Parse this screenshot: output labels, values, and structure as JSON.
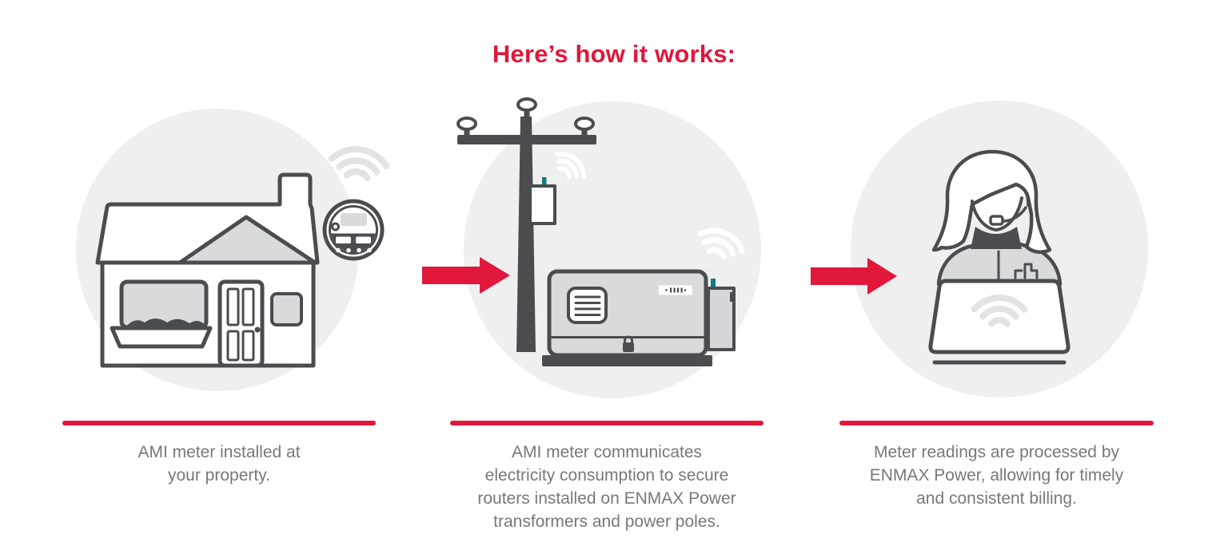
{
  "title": "Here’s how it works:",
  "colors": {
    "accent_red": "#E1173C",
    "outline_gray": "#4B4C50",
    "fill_light_gray": "#D9DADB",
    "circle_bg": "#EFEFEF",
    "caption_gray": "#77787B",
    "antenna_teal": "#0E7B80",
    "wifi_light_gray": "#E3E3E4"
  },
  "steps": [
    {
      "id": "meter-at-property",
      "illustration": "house-with-smart-meter",
      "caption_lines": [
        "AMI meter installed at",
        "your property."
      ]
    },
    {
      "id": "meter-communicates",
      "illustration": "power-pole-transformer-router",
      "caption_lines": [
        "AMI meter communicates",
        "electricity consumption to secure",
        "routers installed on ENMAX Power",
        "transformers and power poles."
      ]
    },
    {
      "id": "readings-processed",
      "illustration": "operator-at-laptop",
      "caption_lines": [
        "Meter readings are processed by",
        "ENMAX Power, allowing for timely",
        "and consistent billing."
      ]
    }
  ]
}
